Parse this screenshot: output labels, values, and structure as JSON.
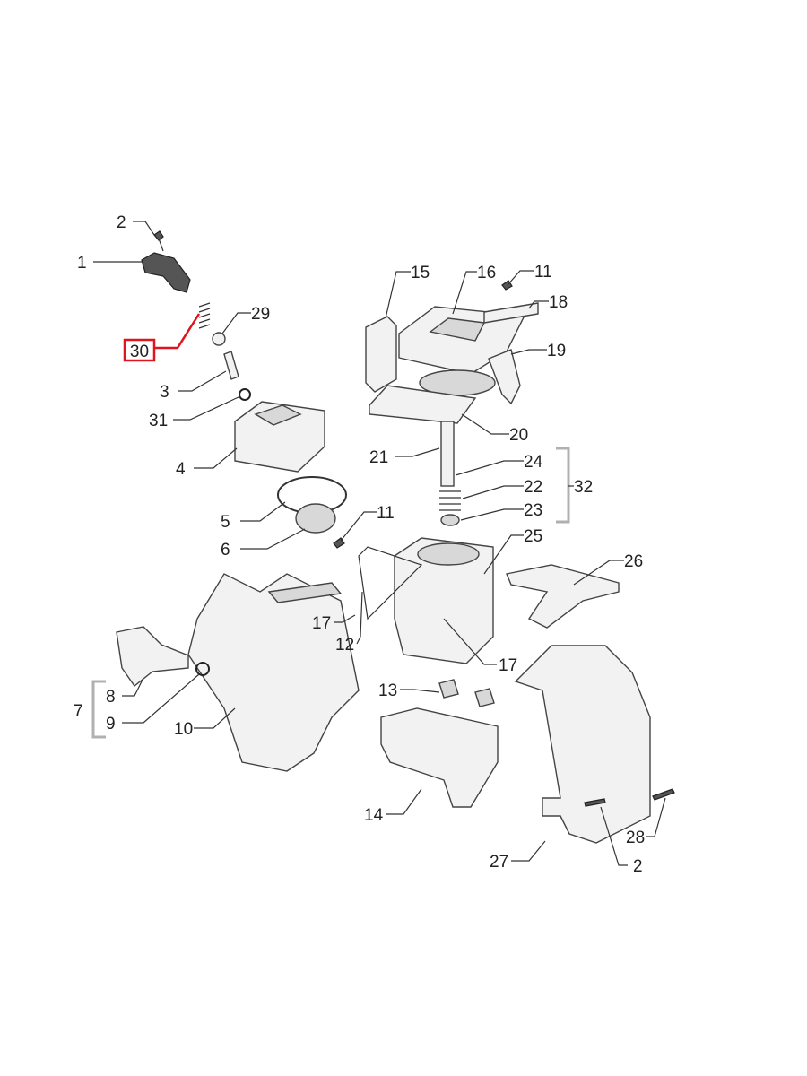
{
  "diagram": {
    "highlight_color": "#e0141e",
    "highlighted_label": "30",
    "labels": [
      "2",
      "1",
      "29",
      "3",
      "31",
      "4",
      "5",
      "6",
      "11",
      "15",
      "16",
      "11",
      "18",
      "19",
      "20",
      "21",
      "24",
      "22",
      "23",
      "32",
      "25",
      "26",
      "17",
      "12",
      "17",
      "7",
      "8",
      "9",
      "10",
      "13",
      "14",
      "27",
      "2",
      "28"
    ]
  }
}
